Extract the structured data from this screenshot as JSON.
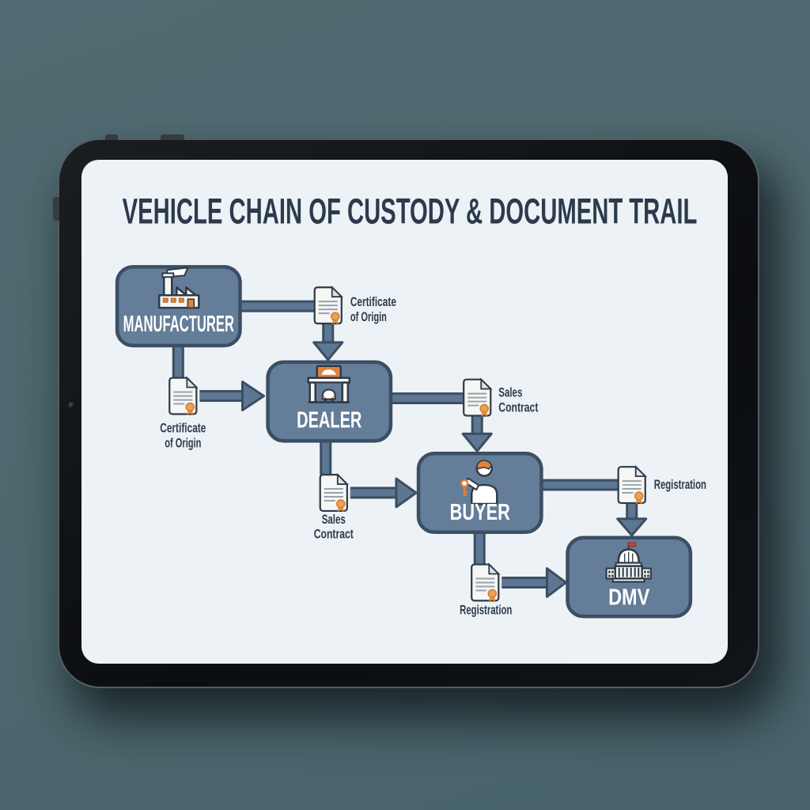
{
  "title": "VEHICLE CHAIN OF CUSTODY & DOCUMENT TRAIL",
  "device": {
    "type": "tablet mockup"
  },
  "colors": {
    "background": "#4d686e",
    "tablet_body": "#0b0d10",
    "screen": "#edf2f6",
    "title_text": "#2c3a4c",
    "node_fill": "#647d98",
    "node_border": "#3b4e63",
    "node_label": "#ffffff",
    "connector": "#5d7792",
    "document_paper": "#f6f6f4",
    "document_outline": "#2e3a47",
    "seal_orange": "#eda04d",
    "accent_orange": "#e0823a",
    "flag_red": "#c2453a",
    "label_text": "#2d3a49"
  },
  "nodes": [
    {
      "id": "manufacturer",
      "label": "MANUFACTURER",
      "icon": "factory-icon"
    },
    {
      "id": "dealer",
      "label": "DEALER",
      "icon": "car-dealership-icon"
    },
    {
      "id": "buyer",
      "label": "BUYER",
      "icon": "buyer-with-key-icon"
    },
    {
      "id": "dmv",
      "label": "DMV",
      "icon": "government-building-icon"
    }
  ],
  "documents": [
    {
      "id": "certificate-of-origin-a",
      "line1": "Certificate",
      "line2": "of Origin"
    },
    {
      "id": "certificate-of-origin-b",
      "line1": "Certificate",
      "line2": "of Origin"
    },
    {
      "id": "sales-contract-a",
      "line1": "Sales",
      "line2": "Contract"
    },
    {
      "id": "sales-contract-b",
      "line1": "Sales",
      "line2": "Contract"
    },
    {
      "id": "registration-a",
      "line1": "Registration"
    },
    {
      "id": "registration-b",
      "line1": "Registration"
    }
  ]
}
